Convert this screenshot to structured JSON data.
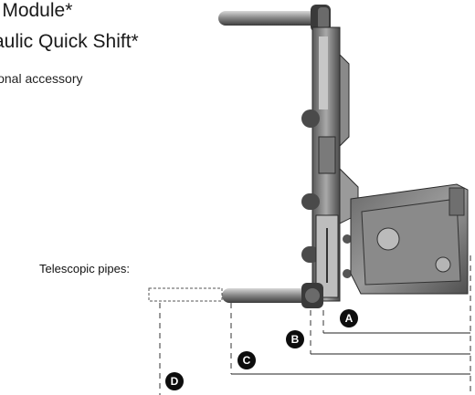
{
  "header": {
    "line1": "k Module*",
    "line2": "raulic Quick Shift*",
    "note": "ional accessory"
  },
  "figure": {
    "telescopic_label": "Telescopic pipes:",
    "markers": [
      "A",
      "B",
      "C",
      "D"
    ],
    "colors": {
      "metal_dark": "#3a3a3a",
      "metal_mid": "#8a8a8a",
      "metal_light": "#cfcfcf",
      "badge": "#0d0d0d"
    }
  }
}
